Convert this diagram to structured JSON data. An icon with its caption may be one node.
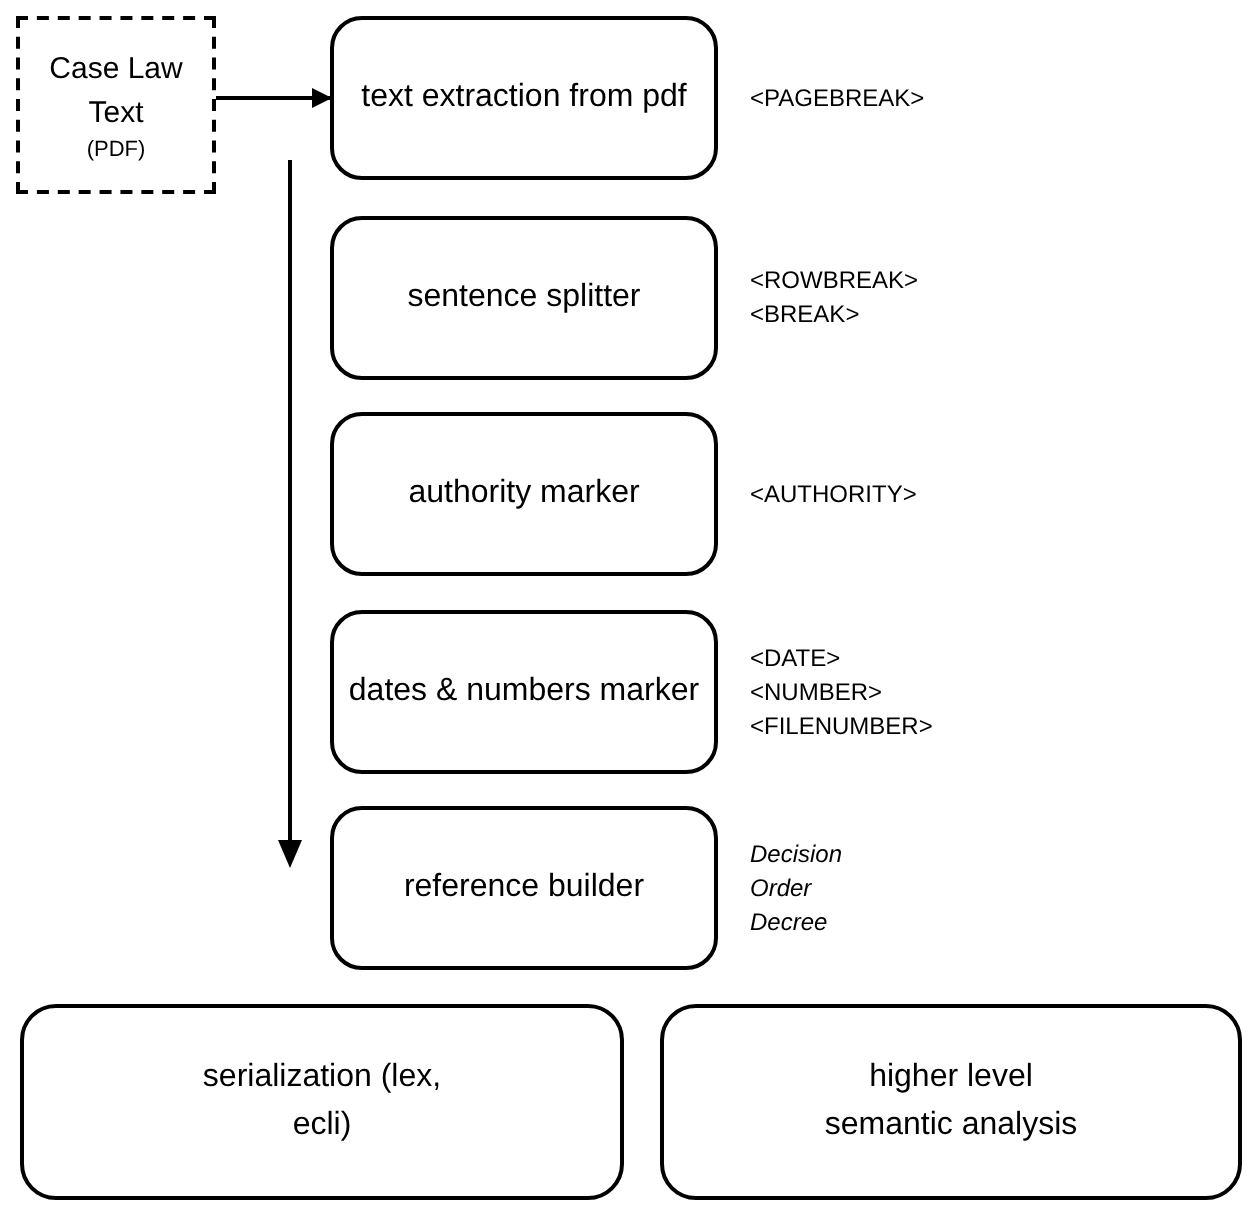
{
  "diagram": {
    "nodes": [
      {
        "text": [
          "Case Law Text",
          "(PDF)"
        ]
      },
      {
        "text": [
          "text extraction from pdf"
        ],
        "beside": [
          "<PAGEBREAK>"
        ]
      },
      {
        "text": [
          "sentence splitter"
        ],
        "beside": [
          "<ROWBREAK>",
          "<BREAK>"
        ]
      },
      {
        "text": [
          "authority marker"
        ],
        "beside": [
          "<AUTHORITY>"
        ]
      },
      {
        "text": [
          "dates & numbers marker"
        ],
        "beside": [
          "<DATE>",
          "<NUMBER>",
          "<FILENUMBER>"
        ]
      },
      {
        "text": [
          "reference builder"
        ],
        "beside": [
          "Decision",
          "Order",
          "Decree"
        ]
      },
      {
        "text": [
          "serialization (lex, ecli)"
        ]
      },
      {
        "text": [
          "higher level semantic analysis"
        ]
      }
    ],
    "edges": [
      {
        "from": 0,
        "to": 1,
        "arrow": "to"
      }
    ]
  }
}
